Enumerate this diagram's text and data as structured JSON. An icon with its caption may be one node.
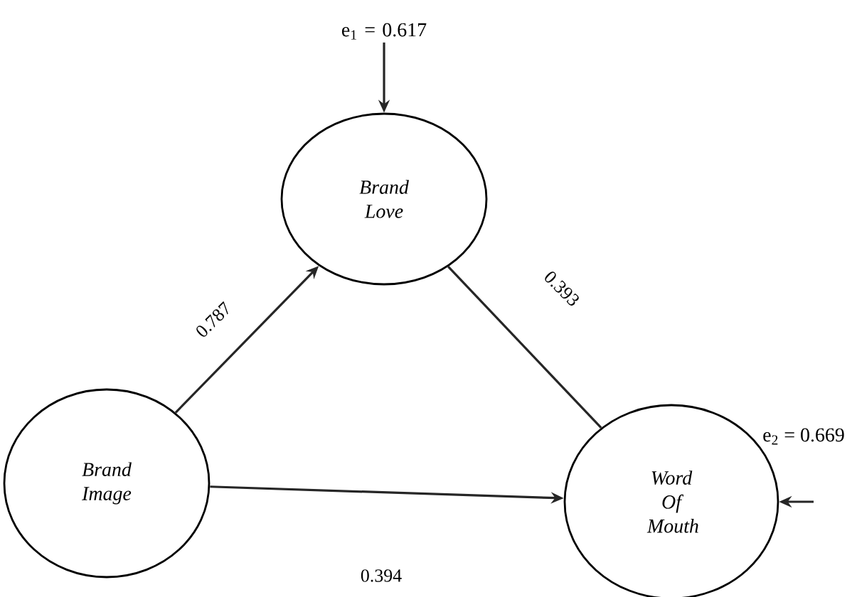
{
  "diagram": {
    "nodes": [
      {
        "text": [
          "Brand Love"
        ]
      },
      {
        "text": [
          "Brand Image"
        ]
      },
      {
        "text": [
          "Word Of Mouth"
        ]
      },
      {
        "text": [
          "e$_{1}$ = 0.617"
        ]
      }
    ],
    "edges": [
      {
        "from": 1,
        "to": 0,
        "arrow": "to",
        "label": "0.787"
      },
      {
        "from": 0,
        "to": 2,
        "arrow": "none",
        "label": "0.393"
      },
      {
        "from": 1,
        "to": 2,
        "arrow": "to",
        "label": "0.394"
      },
      {
        "from": 3,
        "to": 0,
        "arrow": "to"
      },
      {
        "from": null,
        "to": 2,
        "arrow": "to"
      }
    ],
    "labels": [
      "e$_{2}$ = 0.669"
    ]
  }
}
